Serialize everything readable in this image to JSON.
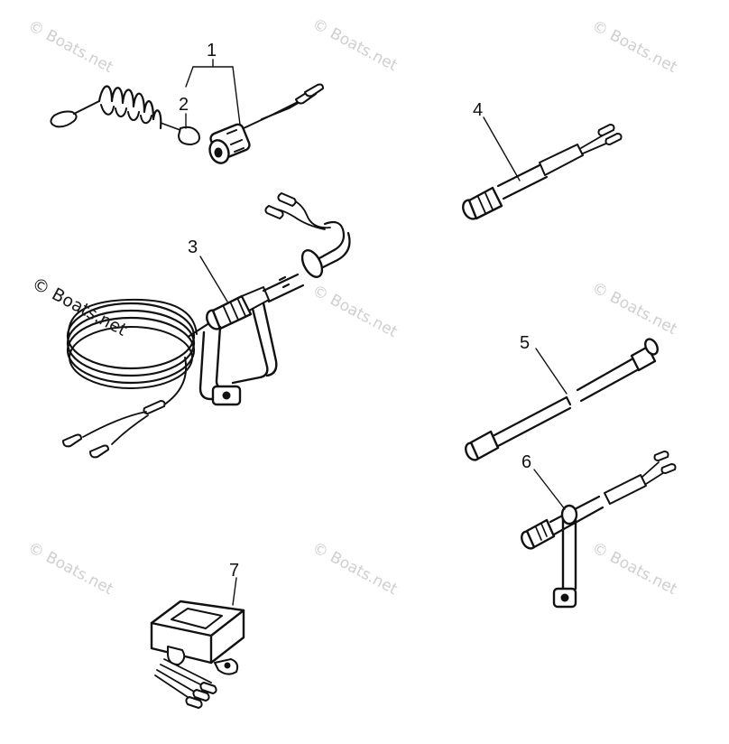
{
  "watermark": {
    "text": "© Boats.net"
  },
  "callouts": {
    "1": "1",
    "2": "2",
    "3": "3",
    "4": "4",
    "5": "5",
    "6": "6",
    "7": "7"
  }
}
